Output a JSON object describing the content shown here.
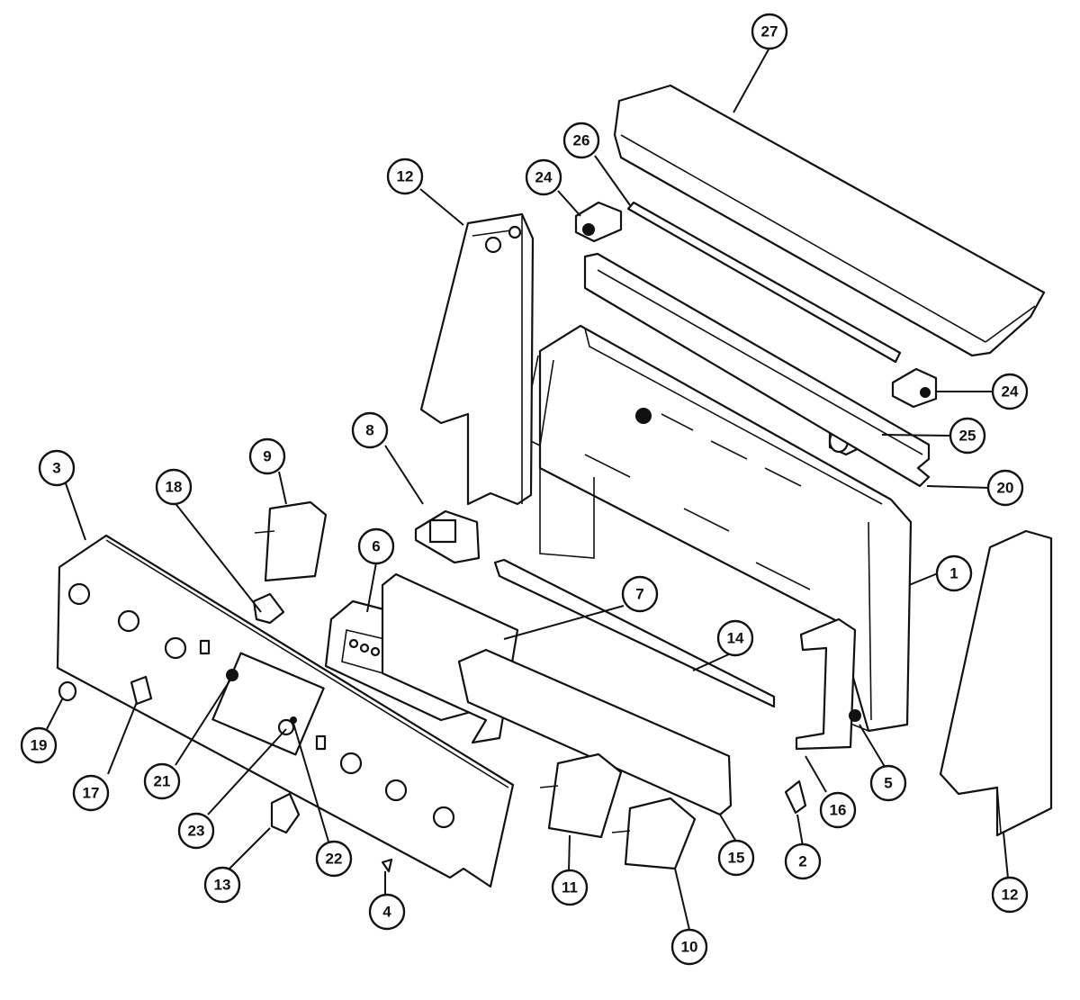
{
  "callouts": [
    {
      "id": "c1",
      "label": "1"
    },
    {
      "id": "c2",
      "label": "2"
    },
    {
      "id": "c3",
      "label": "3"
    },
    {
      "id": "c4",
      "label": "4"
    },
    {
      "id": "c5",
      "label": "5"
    },
    {
      "id": "c6",
      "label": "6"
    },
    {
      "id": "c7",
      "label": "7"
    },
    {
      "id": "c8",
      "label": "8"
    },
    {
      "id": "c9",
      "label": "9"
    },
    {
      "id": "c10",
      "label": "10"
    },
    {
      "id": "c11",
      "label": "11"
    },
    {
      "id": "c12a",
      "label": "12"
    },
    {
      "id": "c12b",
      "label": "12"
    },
    {
      "id": "c13",
      "label": "13"
    },
    {
      "id": "c14",
      "label": "14"
    },
    {
      "id": "c15",
      "label": "15"
    },
    {
      "id": "c16",
      "label": "16"
    },
    {
      "id": "c17",
      "label": "17"
    },
    {
      "id": "c18",
      "label": "18"
    },
    {
      "id": "c19",
      "label": "19"
    },
    {
      "id": "c20",
      "label": "20"
    },
    {
      "id": "c21",
      "label": "21"
    },
    {
      "id": "c22",
      "label": "22"
    },
    {
      "id": "c23",
      "label": "23"
    },
    {
      "id": "c24a",
      "label": "24"
    },
    {
      "id": "c24b",
      "label": "24"
    },
    {
      "id": "c25",
      "label": "25"
    },
    {
      "id": "c26",
      "label": "26"
    },
    {
      "id": "c27",
      "label": "27"
    }
  ]
}
